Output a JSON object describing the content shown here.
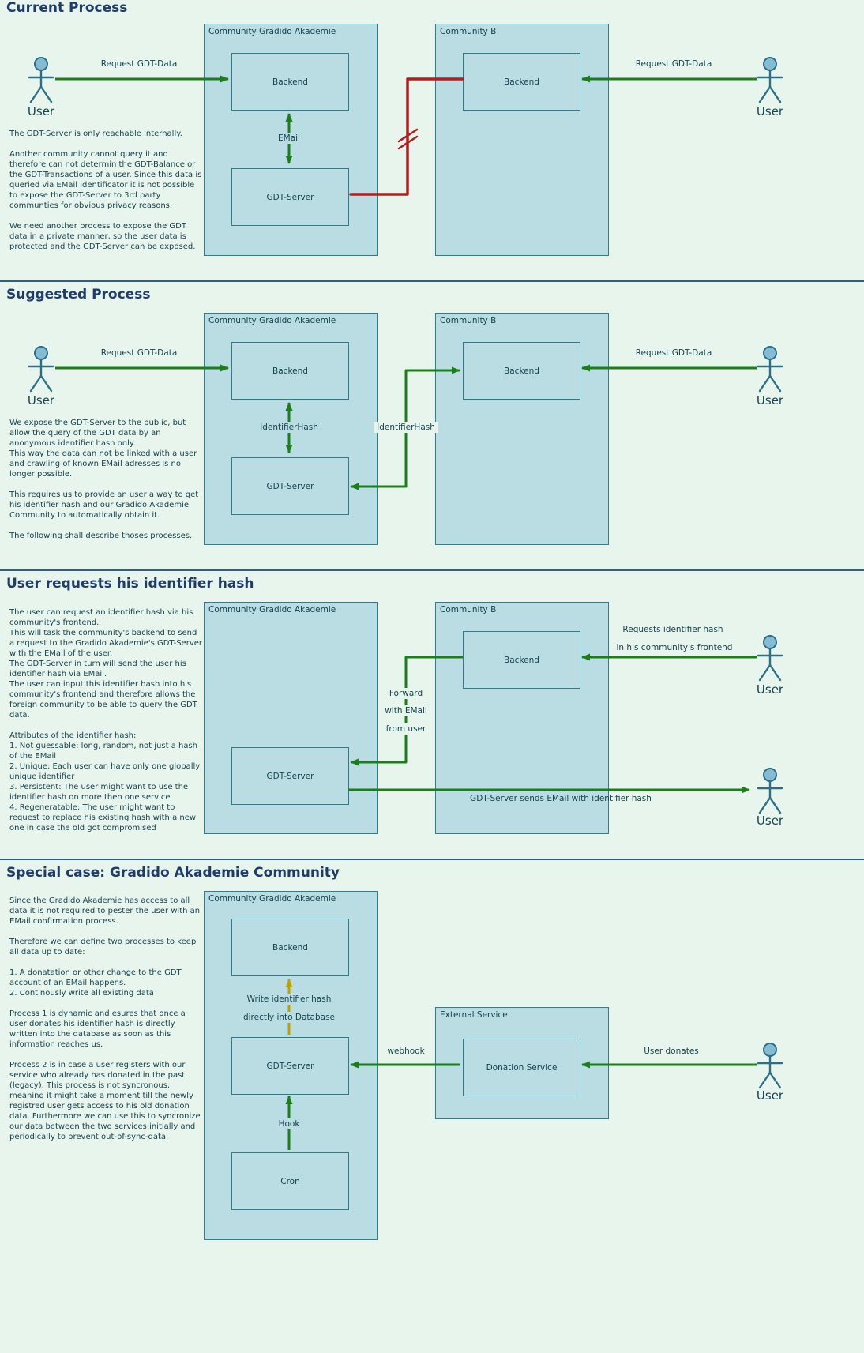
{
  "colors": {
    "background": "#e8f5ec",
    "box_fill": "#b9dde2",
    "box_border": "#2e7d8c",
    "heading": "#1d3c6b",
    "text": "#164450",
    "divider": "#2f5e8e",
    "arrow_green": "#1b7e1b",
    "arrow_red": "#b01f1f",
    "arrow_yellow": "#c0a000"
  },
  "sections": {
    "current_process": {
      "heading": "Current Process",
      "description": "The GDT-Server is only reachable internally.\n\nAnother community cannot query it and therefore can not determin the GDT-Balance or the GDT-Transactions of a user. Since this data is queried via EMail identificator it is not possible to expose the GDT-Server to 3rd party communties for obvious privacy reasons.\n\nWe need another process to expose the GDT data in a private manner, so the user data is protected and the GDT-Server can be exposed.",
      "gradido_community_label": "Community Gradido Akademie",
      "gradido_backend_label": "Backend",
      "email_arrow_label": "EMail",
      "gdt_server_label": "GDT-Server",
      "community_b_label": "Community B",
      "community_b_backend_label": "Backend",
      "request_left_label": "Request GDT-Data",
      "request_right_label": "Request GDT-Data",
      "user_left_label": "User",
      "user_right_label": "User"
    },
    "suggested_process": {
      "heading": "Suggested Process",
      "description": "We expose the GDT-Server to the public, but allow the query of the GDT data by an anonymous identifier hash only.\nThis way the data can not be linked with a user and crawling of known EMail adresses is no longer possible.\n\nThis requires us to provide an user a way to get his identifier hash and our Gradido Akademie Community to automatically obtain it.\n\nThe following shall describe thoses processes.",
      "gradido_community_label": "Community Gradido Akademie",
      "gradido_backend_label": "Backend",
      "identifier_hash_vertical_label": "IdentifierHash",
      "identifier_hash_elbow_label": "IdentifierHash",
      "gdt_server_label": "GDT-Server",
      "community_b_label": "Community B",
      "community_b_backend_label": "Backend",
      "request_left_label": "Request GDT-Data",
      "request_right_label": "Request GDT-Data",
      "user_left_label": "User",
      "user_right_label": "User"
    },
    "identifier_hash_request": {
      "heading": "User requests his identifier hash",
      "description": "The user can request an identifier hash via his community's frontend.\nThis will task the community's backend to send a request to the Gradido Akademie's GDT-Server with the EMail of the user.\nThe GDT-Server in turn will send the user his identifier hash via EMail.\nThe user can input this identifier hash into his community's frontend and therefore allows the foreign community to be able to query the GDT data.\n\nAttributes of the identifier hash:\n1. Not guessable: long, random, not just a hash of the EMail\n2. Unique: Each user can have only one globally unique identifier\n3. Persistent: The user might want to use the identifier hash on more then one service\n4. Regeneratable: The user might want to request to replace his existing hash with a new one in case the old got compromised",
      "gradido_community_label": "Community Gradido Akademie",
      "gdt_server_label": "GDT-Server",
      "community_b_label": "Community B",
      "community_b_backend_label": "Backend",
      "requests_line1": "Requests identifier hash",
      "requests_line2": "in his community's frontend",
      "forward_line1": "Forward",
      "forward_line2": "with EMail",
      "forward_line3": "from user",
      "sends_email_label": "GDT-Server sends EMail with identifier hash",
      "user_top_label": "User",
      "user_bottom_label": "User"
    },
    "special_case": {
      "heading": "Special case: Gradido Akademie Community",
      "description": "Since the Gradido Akademie has access to all data it is not required to pester the user with an EMail confirmation process.\n\nTherefore we can define two processes to keep all data up to date:\n\n1. A donatation or other change to the GDT account of an EMail happens.\n2. Continously write all existing data\n\nProcess 1 is dynamic and esures that once a user donates his identifier hash is directly written into the database as soon as this information reaches us.\n\nProcess 2 is in case a user registers with our service who already has donated in the past (legacy). This process is not syncronous, meaning it might take a moment till the newly registred user gets access to his old donation data. Furthermore we can use this to syncronize our data between the two services initially and periodically to prevent out-of-sync-data.",
      "gradido_community_label": "Community Gradido Akademie",
      "backend_label": "Backend",
      "write_line1": "Write identifier hash",
      "write_line2": "directly into Database",
      "gdt_server_label": "GDT-Server",
      "hook_label": "Hook",
      "cron_label": "Cron",
      "external_service_label": "External Service",
      "donation_service_label": "Donation Service",
      "webhook_label": "webhook",
      "user_donates_label": "User donates",
      "user_label": "User"
    }
  }
}
